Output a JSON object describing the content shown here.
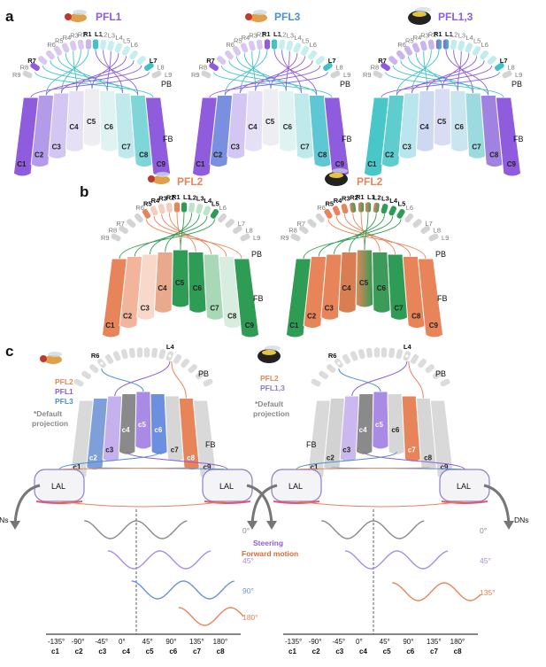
{
  "panel_a": {
    "letter": "a",
    "left": {
      "title": "PFL1",
      "pb_left": [
        "R9",
        "R8",
        "R7",
        "R6",
        "R5",
        "R4",
        "R3",
        "R2",
        "R1"
      ],
      "pb_right": [
        "L1",
        "L2",
        "L3",
        "L4",
        "L5",
        "L6",
        "L7",
        "L8",
        "L9"
      ],
      "fb_cols": [
        "C1",
        "C2",
        "C3",
        "C4",
        "C5",
        "C6",
        "C7",
        "C8",
        "C9"
      ],
      "pb": "PB",
      "fb": "FB"
    },
    "middle": {
      "title": "PFL3",
      "pb_left": [
        "R9",
        "R8",
        "R7",
        "R6",
        "R5",
        "R4",
        "R3",
        "R2",
        "R1"
      ],
      "pb_right": [
        "L1",
        "L2",
        "L3",
        "L4",
        "L5",
        "L6",
        "L7",
        "L8",
        "L9"
      ],
      "fb_cols": [
        "C1",
        "C2",
        "C3",
        "C4",
        "C5",
        "C6",
        "C7",
        "C8",
        "C9"
      ],
      "pb": "PB",
      "fb": "FB"
    },
    "right": {
      "title": "PFL1,3",
      "pb_left": [
        "R9",
        "R8",
        "R7",
        "R6",
        "R5",
        "R4",
        "R3",
        "R2",
        "R1"
      ],
      "pb_right": [
        "L1",
        "L2",
        "L3",
        "L4",
        "L5",
        "L6",
        "L7",
        "L8",
        "L9"
      ],
      "fb_cols": [
        "C1",
        "C2",
        "C3",
        "C4",
        "C5",
        "C6",
        "C7",
        "C8",
        "C9"
      ],
      "pb": "PB",
      "fb": "FB"
    }
  },
  "panel_b": {
    "letter": "b",
    "left": {
      "title": "PFL2",
      "pb_left": [
        "R9",
        "R8",
        "R7",
        "R6",
        "R5",
        "R4",
        "R3",
        "R2",
        "R1"
      ],
      "pb_right": [
        "L1",
        "L2",
        "L3",
        "L4",
        "L5",
        "L6",
        "L7",
        "L8",
        "L9"
      ],
      "fb_cols": [
        "C1",
        "C2",
        "C3",
        "C4",
        "C5",
        "C6",
        "C7",
        "C8",
        "C9"
      ],
      "pb": "PB",
      "fb": "FB"
    },
    "right": {
      "title": "PFL2",
      "pb_left": [
        "R9",
        "R8",
        "R7",
        "R6",
        "R5",
        "R4",
        "R3",
        "R2",
        "R1"
      ],
      "pb_right": [
        "L1",
        "L2",
        "L3",
        "L4",
        "L5",
        "L6",
        "L7",
        "L8",
        "L9"
      ],
      "fb_cols": [
        "C1",
        "C2",
        "C3",
        "C4",
        "C5",
        "C6",
        "C7",
        "C8",
        "C9"
      ],
      "pb": "PB",
      "fb": "FB"
    }
  },
  "panel_c": {
    "letter": "c",
    "left": {
      "pb_marks": [
        "R6",
        "L4"
      ],
      "legend": [
        "PFL2",
        "PFL1",
        "PFL3"
      ],
      "default_note": [
        "*Default",
        "projection"
      ],
      "fb_cols": [
        "c1",
        "c2",
        "c3",
        "c4",
        "c5",
        "c6",
        "c7",
        "c8",
        "c9"
      ],
      "pb": "PB",
      "fb": "FB",
      "lal": [
        "LAL",
        "LAL"
      ],
      "dns": "DNs",
      "angles": [
        "0°",
        "45°",
        "90°",
        "180°"
      ],
      "ticks": [
        "-135°",
        "-90°",
        "-45°",
        "0°",
        "45°",
        "90°",
        "135°",
        "180°"
      ],
      "tick_cols": [
        "c1",
        "c2",
        "c3",
        "c4",
        "c5",
        "c6",
        "c7",
        "c8"
      ]
    },
    "right": {
      "pb_marks": [
        "R6",
        "L4"
      ],
      "legend": [
        "PFL2",
        "PFL1,3"
      ],
      "default_note": [
        "*Default",
        "projection"
      ],
      "fb_cols": [
        "c1",
        "c2",
        "c3",
        "c4",
        "c5",
        "c6",
        "c7",
        "c8",
        "c9"
      ],
      "pb": "PB",
      "fb": "FB",
      "lal": [
        "LAL",
        "LAL"
      ],
      "dns": "DNs",
      "angles": [
        "0°",
        "45°",
        "135°"
      ],
      "ticks": [
        "-135°",
        "-90°",
        "-45°",
        "0°",
        "45°",
        "90°",
        "135°",
        "180°"
      ],
      "tick_cols": [
        "c1",
        "c2",
        "c3",
        "c4",
        "c5",
        "c6",
        "c7",
        "c8"
      ]
    },
    "center_labels": [
      "Steering",
      "Forward motion"
    ]
  },
  "colors": {
    "pfl1": "#8e5cdc",
    "pfl3": "#3fc3c6",
    "pfl3_title": "#4a8fd6",
    "pfl2": "#e7845a",
    "pfl2_green": "#2f9c55",
    "gray": "#d4d4d4",
    "lal_outline": "#8e7bd0",
    "lal_bottom": "#e05a6a"
  }
}
